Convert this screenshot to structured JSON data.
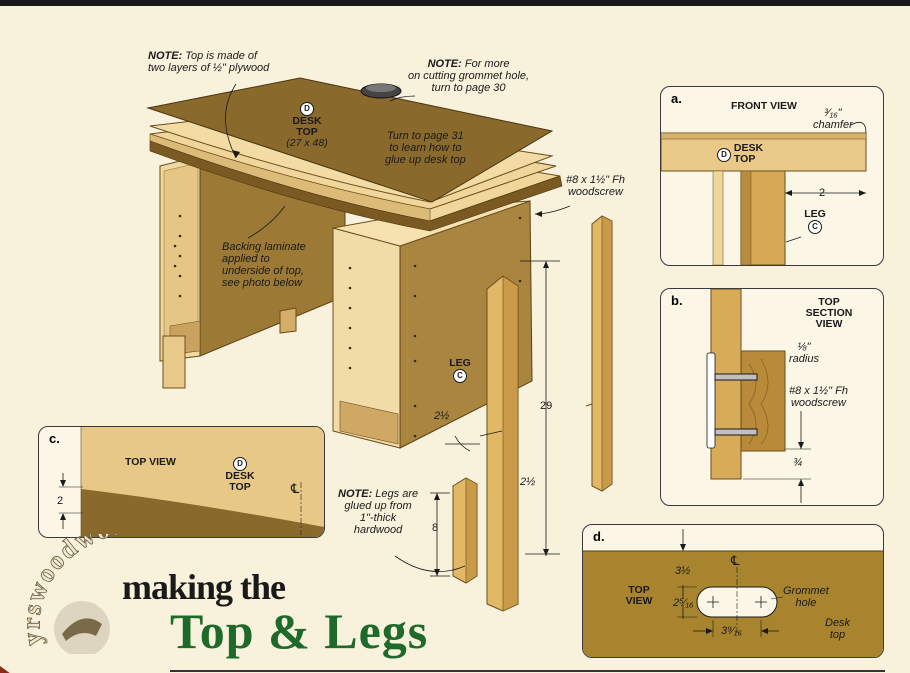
{
  "main_callouts": {
    "note_top": [
      "NOTE:",
      " Top is made of",
      "two layers of ½\" plywood"
    ],
    "note_grommet": [
      "NOTE:",
      " For more",
      "on cutting grommet hole,",
      "turn to page 30"
    ],
    "desk_top_marker": "D",
    "desk_top_label": [
      "DESK",
      "TOP"
    ],
    "desk_top_size": "(27 x 48)",
    "turn_to_page": [
      "Turn to page 31",
      "to learn how to",
      "glue up desk top"
    ],
    "woodscrew": [
      "#8 x 1½\" Fh",
      "woodscrew"
    ],
    "backing_laminate": [
      "Backing laminate",
      "applied to",
      "underside of top,",
      "see photo below"
    ],
    "leg_label": "LEG",
    "leg_marker": "C",
    "dim_2_half_a": "2½",
    "dim_29": "29",
    "dim_2_half_b": "2½",
    "dim_8": "8",
    "note_legs": [
      "NOTE:",
      " Legs are",
      "glued up from",
      "1\"-thick",
      "hardwood"
    ]
  },
  "detail_a": {
    "letter": "a.",
    "title": "FRONT VIEW",
    "chamfer": [
      "³⁄₁₆\"",
      "chamfer"
    ],
    "desk_top_marker": "D",
    "desk_top_label": [
      "DESK",
      "TOP"
    ],
    "dim_2": "2",
    "leg_label": "LEG",
    "leg_marker": "C"
  },
  "detail_b": {
    "letter": "b.",
    "title": [
      "TOP",
      "SECTION",
      "VIEW"
    ],
    "radius": [
      "⅛\"",
      "radius"
    ],
    "woodscrew": [
      "#8 x 1½\" Fh",
      "woodscrew"
    ],
    "dim_3_4": "¾"
  },
  "detail_c": {
    "letter": "c.",
    "title": "TOP VIEW",
    "desk_top_marker": "D",
    "desk_top_label": [
      "DESK",
      "TOP"
    ],
    "centerline": "℄",
    "dim_2": "2"
  },
  "detail_d": {
    "letter": "d.",
    "dim_3_half": "3½",
    "centerline": "℄",
    "title": [
      "TOP",
      "VIEW"
    ],
    "dim_2_5_16": "2⁵⁄₁₆",
    "grommet": [
      "Grommet",
      "hole"
    ],
    "dim_3_9_16": "3⁹⁄₁₆",
    "desk_top": [
      "Desk",
      "top"
    ]
  },
  "title": {
    "line1": "making the",
    "line2": "Top & Legs",
    "watermark": "yrswoodworker"
  },
  "colors": {
    "plywood": "#e7c98a",
    "laminate": "#8a6a2c",
    "side_panel": "#ad8940",
    "title_green": "#1e6a2a",
    "detail_d_fill": "#a8842f"
  }
}
